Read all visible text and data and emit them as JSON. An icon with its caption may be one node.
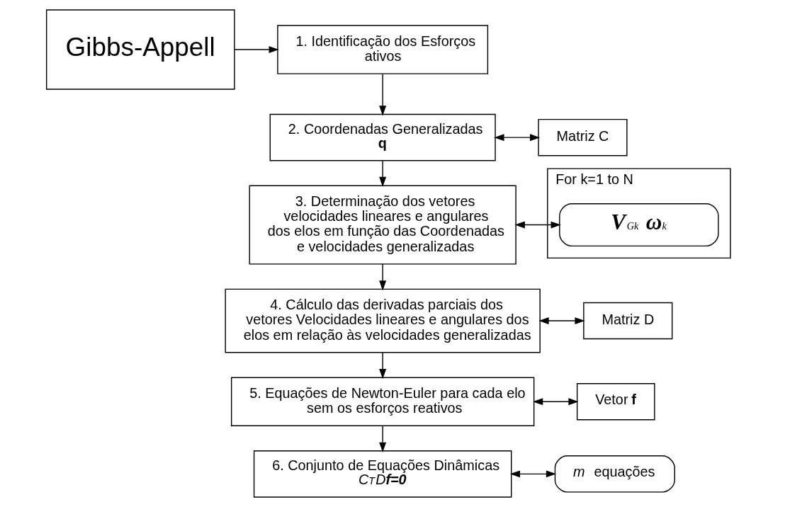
{
  "diagram": {
    "nodes": [
      {
        "text": [
          "Gibbs-Appell"
        ]
      },
      {
        "text": [
          "1. Identificação dos Esforços ativos"
        ]
      },
      {
        "text": [
          "2. Coordenadas Generalizadas **q**"
        ]
      },
      {
        "text": [
          "Matriz C"
        ]
      },
      {
        "text": [
          "3. Determinação dos vetores velocidades lineares e angulares dos elos em função das Coordenadas e velocidades generalizadas"
        ]
      },
      {
        "text": [
          "For k=1 to N"
        ]
      },
      {
        "text": [
          "**V**$_{Gk}$ **ω**$_{k}$"
        ],
        "in": 5
      },
      {
        "text": [
          "4. Cálculo das derivadas parciais dos vetores Velocidades lineares e angulares dos elos em relação às velocidades generalizadas"
        ]
      },
      {
        "text": [
          "Matriz D"
        ]
      },
      {
        "text": [
          "5. Equações de Newton-Euler para cada elo sem os esforços reativos"
        ]
      },
      {
        "text": [
          "Vetor **f**"
        ]
      },
      {
        "text": [
          "6. Conjunto de Equações Dinâmicas",
          "C$^{T}$D**f=0**"
        ]
      },
      {
        "text": [
          "*m*   equações"
        ]
      }
    ],
    "edges": [
      {
        "from": 0,
        "to": 1,
        "arrow": "to"
      },
      {
        "from": 1,
        "to": 2,
        "arrow": "to"
      },
      {
        "from": 2,
        "to": 3,
        "arrow": "both"
      },
      {
        "from": 2,
        "to": 4,
        "arrow": "to"
      },
      {
        "from": 4,
        "to": 6,
        "arrow": "both"
      },
      {
        "from": 4,
        "to": 7,
        "arrow": "to"
      },
      {
        "from": 7,
        "to": 8,
        "arrow": "both"
      },
      {
        "from": 7,
        "to": 9,
        "arrow": "to"
      },
      {
        "from": 9,
        "to": 10,
        "arrow": "both"
      },
      {
        "from": 9,
        "to": 11,
        "arrow": "to"
      },
      {
        "from": 11,
        "to": 12,
        "arrow": "both"
      }
    ]
  }
}
